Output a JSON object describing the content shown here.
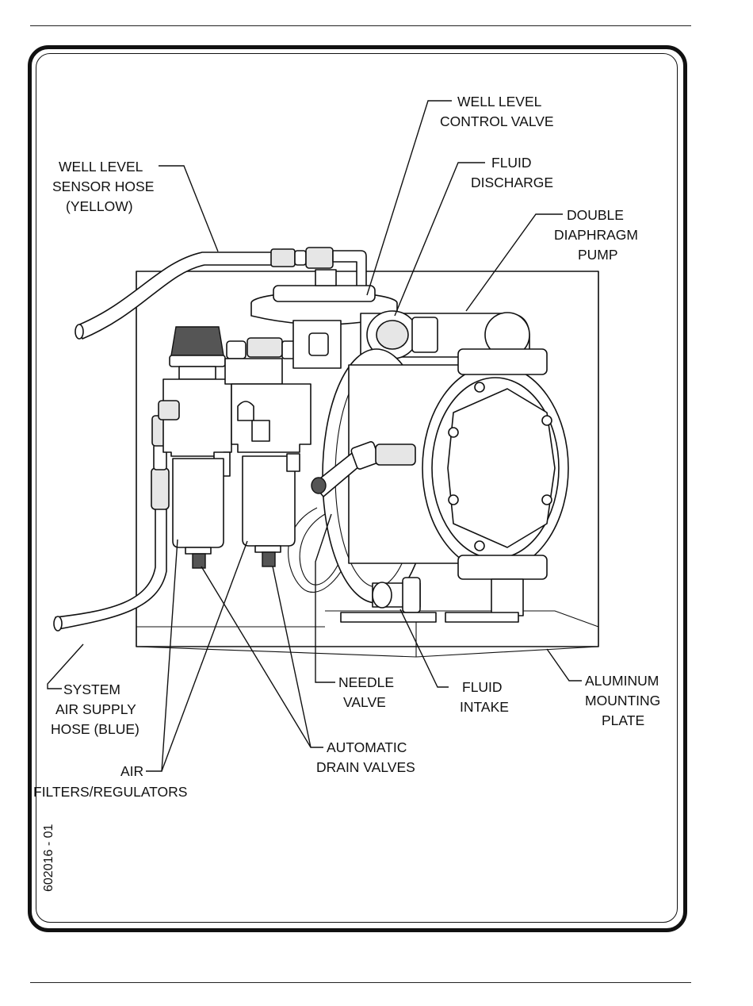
{
  "labels": {
    "well_level_control_valve": [
      "WELL LEVEL",
      "CONTROL VALVE"
    ],
    "fluid_discharge": [
      "FLUID",
      "DISCHARGE"
    ],
    "double_diaphragm_pump": [
      "DOUBLE",
      "DIAPHRAGM",
      "PUMP"
    ],
    "well_level_sensor_hose": [
      "WELL LEVEL",
      "SENSOR HOSE",
      "(YELLOW)"
    ],
    "system_air_supply_hose": [
      "SYSTEM",
      "AIR SUPPLY",
      "HOSE (BLUE)"
    ],
    "needle_valve": [
      "NEEDLE",
      "VALVE"
    ],
    "fluid_intake": [
      "FLUID",
      "INTAKE"
    ],
    "aluminum_mounting_plate": [
      "ALUMINUM",
      "MOUNTING",
      "PLATE"
    ],
    "automatic_drain_valves": [
      "AUTOMATIC",
      "DRAIN VALVES"
    ],
    "air_filters_regulators": [
      "AIR",
      "FILTERS/REGULATORS"
    ]
  },
  "figure_number": "602016 - 01",
  "icons": [
    "pump-illustration",
    "filter-regulator-illustration",
    "mounting-plate-illustration"
  ]
}
